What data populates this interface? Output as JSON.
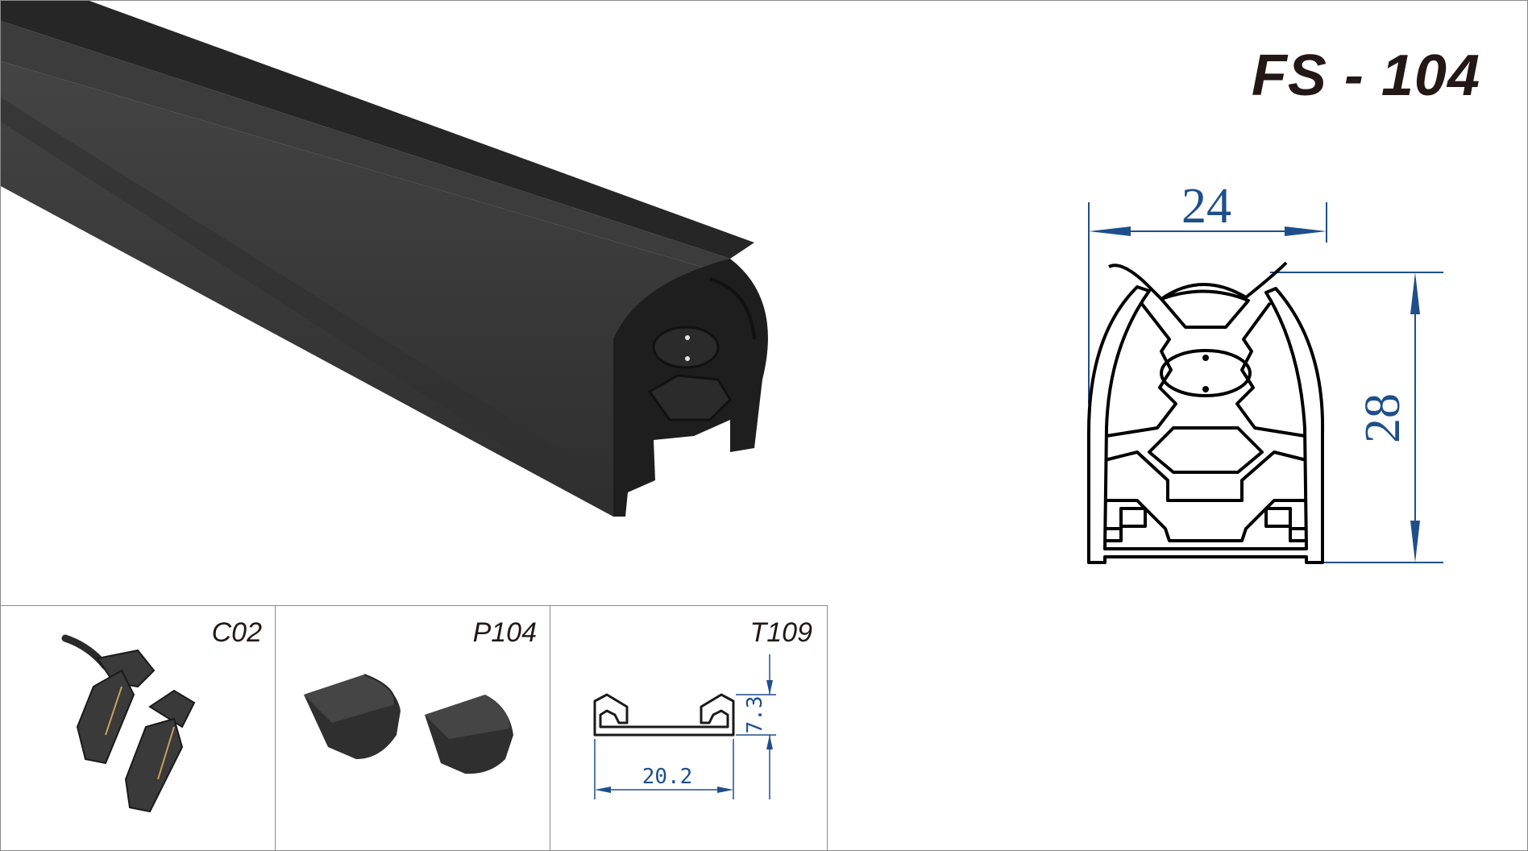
{
  "product": {
    "code": "FS - 104"
  },
  "profile_drawing": {
    "width": "24",
    "height": "28",
    "line_color": "#000000",
    "dimension_color": "#1f4f8a"
  },
  "accessories": [
    {
      "label": "C02",
      "image": "connector-clip-icon"
    },
    {
      "label": "P104",
      "image": "end-cap-icon"
    },
    {
      "label": "T109",
      "image": "mounting-track-icon",
      "width": "20.2",
      "height": "7.3"
    }
  ],
  "colors": {
    "profile_body": "#3a3a3a",
    "frame_border": "#8a8a8a",
    "text": "#231815"
  }
}
